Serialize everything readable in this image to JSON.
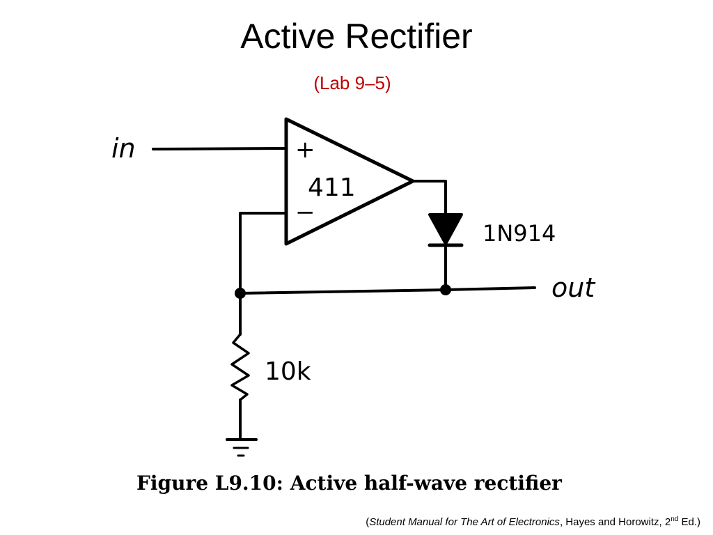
{
  "slide": {
    "title": "Active Rectifier",
    "subtitle": "(Lab 9–5)",
    "subtitle_color": "#c00000"
  },
  "diagram": {
    "input_label": "in",
    "output_label": "out",
    "opamp_label": "411",
    "opamp_plus": "+",
    "opamp_minus": "−",
    "diode_label": "1N914",
    "resistor_label": "10k"
  },
  "caption": {
    "text": "Figure L9.10: Active half-wave rectifier"
  },
  "citation": {
    "open": "(",
    "book": "Student Manual for The Art of Electronics",
    "authors": ", Hayes and Horowitz, 2",
    "superscript": "nd",
    "edition": " Ed.)"
  }
}
